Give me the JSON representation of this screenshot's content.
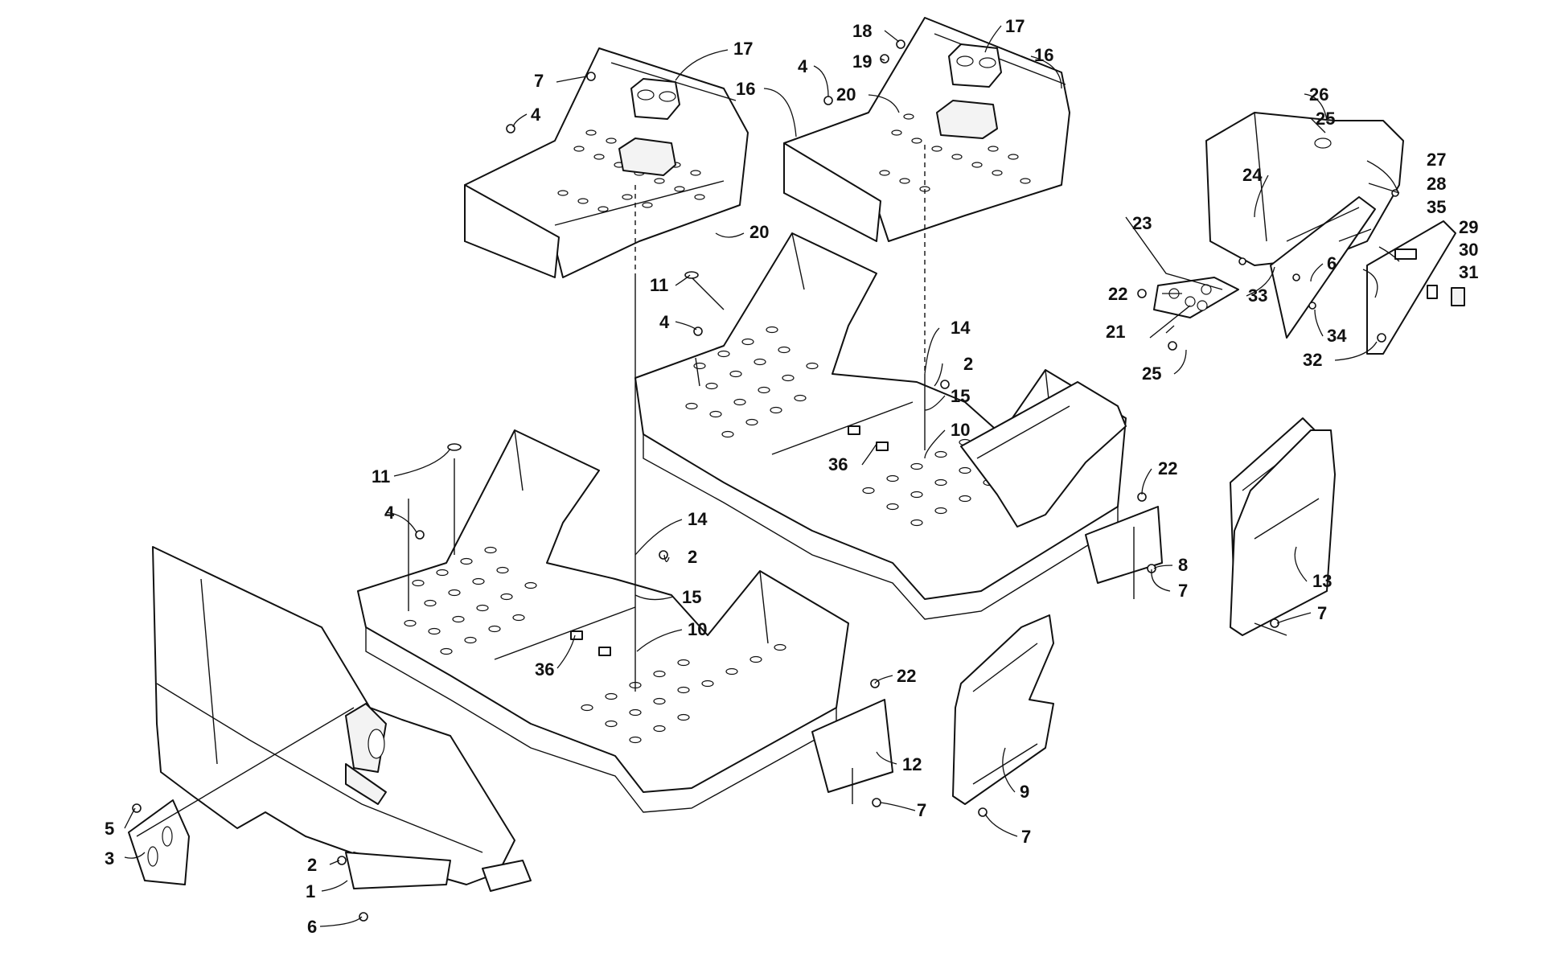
{
  "diagram": {
    "callouts": [
      {
        "id": "c-7a",
        "text": "7"
      },
      {
        "id": "c-17a",
        "text": "17"
      },
      {
        "id": "c-4a",
        "text": "4"
      },
      {
        "id": "c-16a",
        "text": "16"
      },
      {
        "id": "c-20a",
        "text": "20"
      },
      {
        "id": "c-18",
        "text": "18"
      },
      {
        "id": "c-19",
        "text": "19"
      },
      {
        "id": "c-4b",
        "text": "4"
      },
      {
        "id": "c-20b",
        "text": "20"
      },
      {
        "id": "c-17b",
        "text": "17"
      },
      {
        "id": "c-16b",
        "text": "16"
      },
      {
        "id": "c-26",
        "text": "26"
      },
      {
        "id": "c-25a",
        "text": "25"
      },
      {
        "id": "c-27",
        "text": "27"
      },
      {
        "id": "c-24",
        "text": "24"
      },
      {
        "id": "c-28",
        "text": "28"
      },
      {
        "id": "c-35",
        "text": "35"
      },
      {
        "id": "c-23",
        "text": "23"
      },
      {
        "id": "c-29",
        "text": "29"
      },
      {
        "id": "c-30",
        "text": "30"
      },
      {
        "id": "c-6a",
        "text": "6"
      },
      {
        "id": "c-31",
        "text": "31"
      },
      {
        "id": "c-22a",
        "text": "22"
      },
      {
        "id": "c-33",
        "text": "33"
      },
      {
        "id": "c-21",
        "text": "21"
      },
      {
        "id": "c-34",
        "text": "34"
      },
      {
        "id": "c-32",
        "text": "32"
      },
      {
        "id": "c-25b",
        "text": "25"
      },
      {
        "id": "c-11a",
        "text": "11"
      },
      {
        "id": "c-4c",
        "text": "4"
      },
      {
        "id": "c-14a",
        "text": "14"
      },
      {
        "id": "c-2a",
        "text": "2"
      },
      {
        "id": "c-15a",
        "text": "15"
      },
      {
        "id": "c-10a",
        "text": "10"
      },
      {
        "id": "c-36a",
        "text": "36"
      },
      {
        "id": "c-22b",
        "text": "22"
      },
      {
        "id": "c-8",
        "text": "8"
      },
      {
        "id": "c-7b",
        "text": "7"
      },
      {
        "id": "c-13",
        "text": "13"
      },
      {
        "id": "c-7c",
        "text": "7"
      },
      {
        "id": "c-11b",
        "text": "11"
      },
      {
        "id": "c-4d",
        "text": "4"
      },
      {
        "id": "c-14b",
        "text": "14"
      },
      {
        "id": "c-2b",
        "text": "2"
      },
      {
        "id": "c-15b",
        "text": "15"
      },
      {
        "id": "c-10b",
        "text": "10"
      },
      {
        "id": "c-36b",
        "text": "36"
      },
      {
        "id": "c-22c",
        "text": "22"
      },
      {
        "id": "c-12",
        "text": "12"
      },
      {
        "id": "c-7d",
        "text": "7"
      },
      {
        "id": "c-9",
        "text": "9"
      },
      {
        "id": "c-7e",
        "text": "7"
      },
      {
        "id": "c-5",
        "text": "5"
      },
      {
        "id": "c-3",
        "text": "3"
      },
      {
        "id": "c-2c",
        "text": "2"
      },
      {
        "id": "c-1",
        "text": "1"
      },
      {
        "id": "c-6b",
        "text": "6"
      }
    ]
  }
}
